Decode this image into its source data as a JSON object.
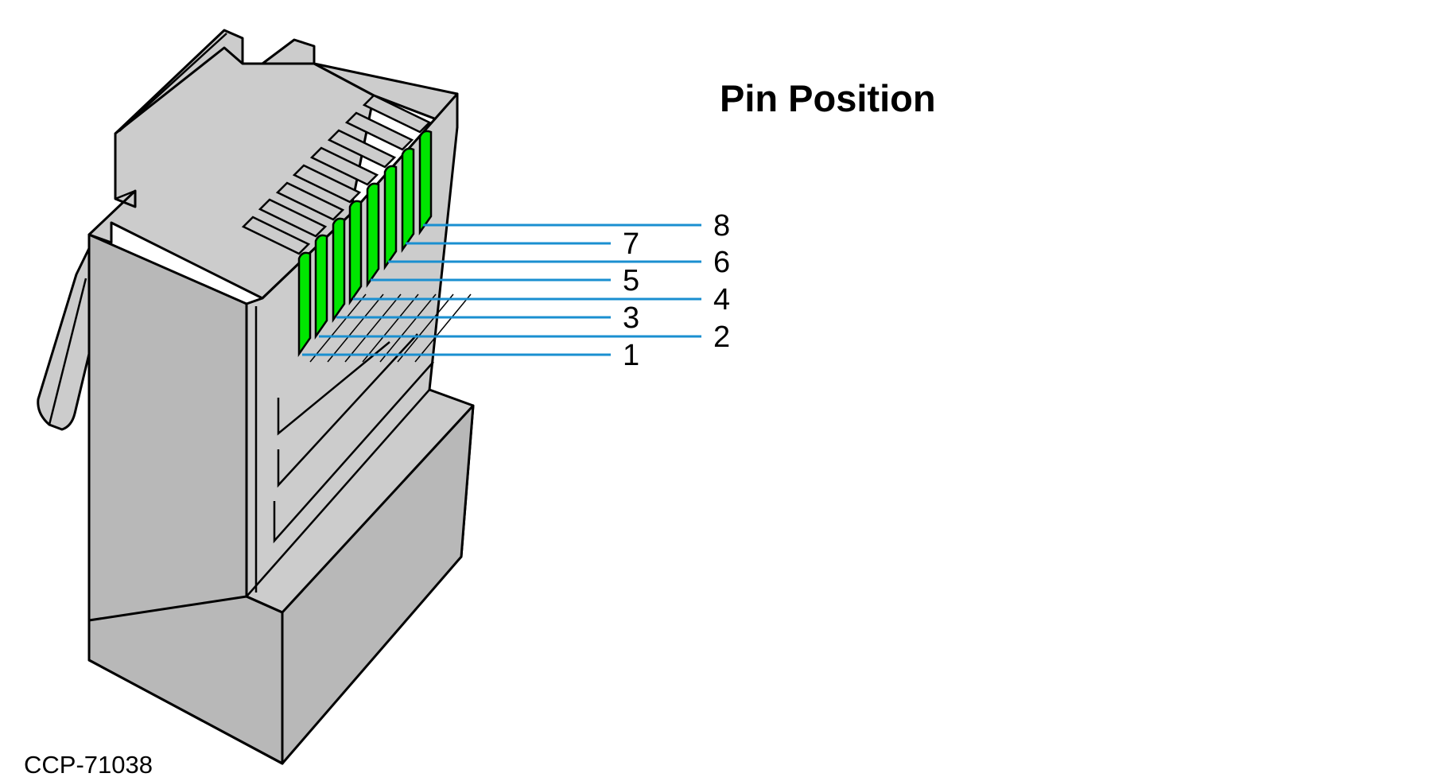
{
  "title": "Pin Position",
  "figure_id": "CCP-71038",
  "colors": {
    "body": "#cccccc",
    "body_shade": "#b8b8b8",
    "outline": "#000000",
    "contact": "#00e600",
    "leader_line": "#1a8fd0"
  },
  "pins": [
    {
      "number": "1"
    },
    {
      "number": "2"
    },
    {
      "number": "3"
    },
    {
      "number": "4"
    },
    {
      "number": "5"
    },
    {
      "number": "6"
    },
    {
      "number": "7"
    },
    {
      "number": "8"
    }
  ]
}
